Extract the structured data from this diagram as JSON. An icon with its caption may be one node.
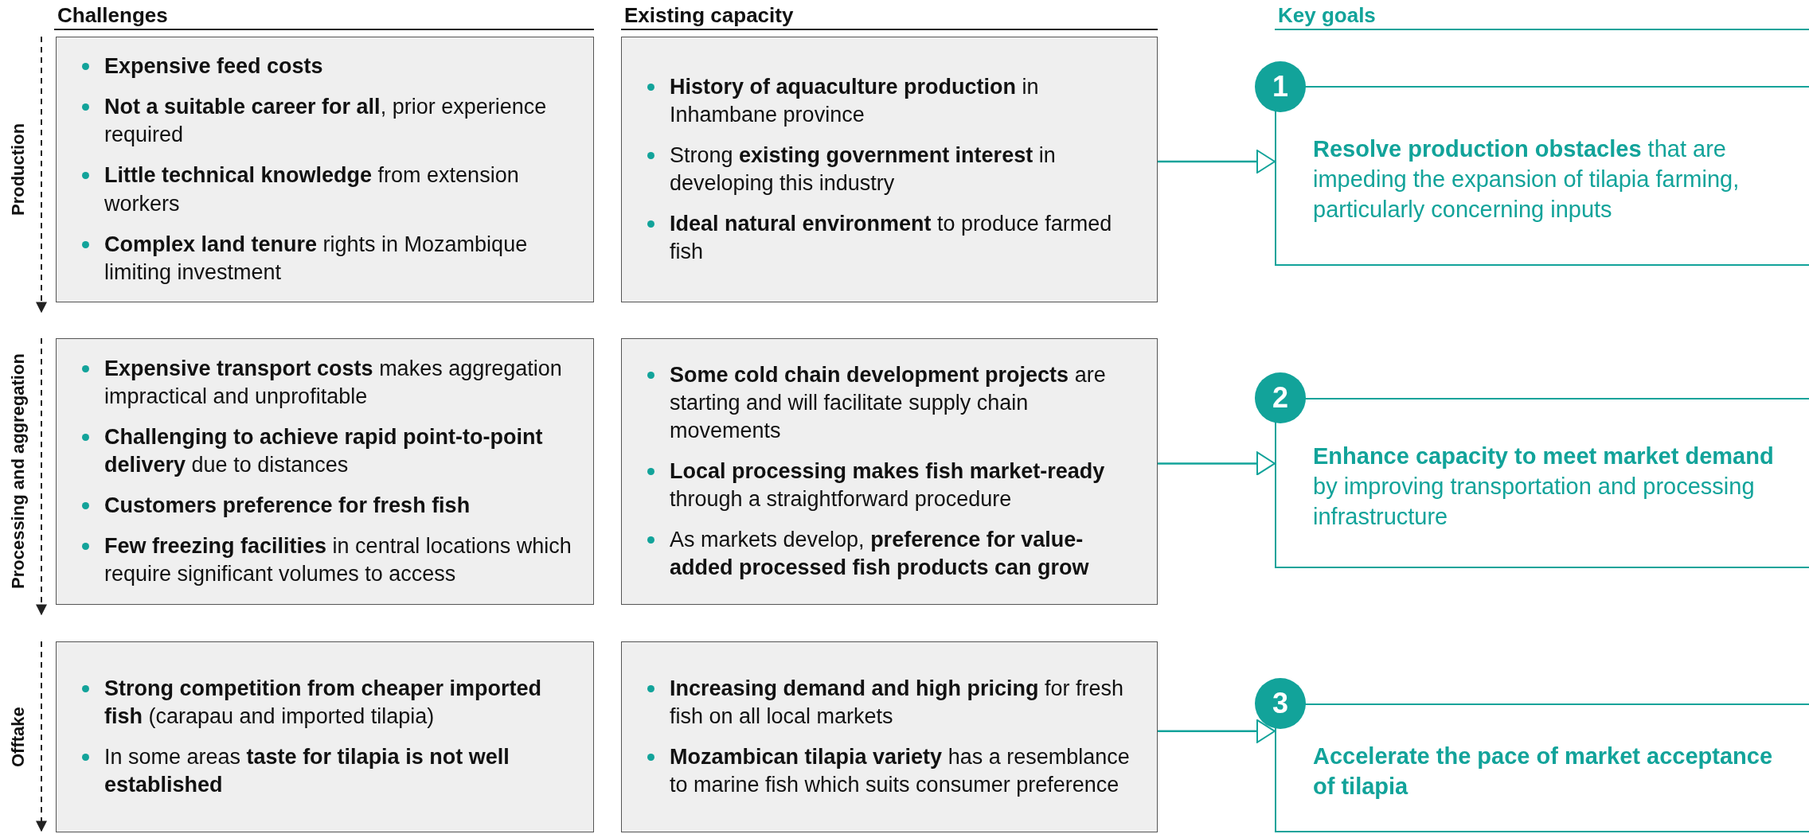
{
  "diagram": {
    "nodes": [
      {
        "text": [
          "**Expensive feed costs**",
          "**Not a suitable career for all**, prior experience required",
          "**Little technical knowledge** from extension workers",
          "**Complex land tenure** rights in Mozambique limiting investment"
        ]
      },
      {
        "text": [
          "**History of aquaculture production** in Inhambane province",
          "Strong **existing government interest** in developing this industry",
          "**Ideal natural environment** to produce farmed fish"
        ]
      },
      {
        "text": [
          "1"
        ]
      },
      {
        "text": [
          "**Resolve production obstacles** that are impeding the expansion of tilapia farming, particularly concerning inputs"
        ]
      },
      {
        "text": [
          "**Expensive transport costs** makes aggregation impractical and unprofitable",
          "**Challenging to achieve rapid point-to-point delivery** due to distances",
          "**Customers preference for fresh fish**",
          "**Few freezing facilities** in central locations which require significant volumes to access"
        ]
      },
      {
        "text": [
          "**Some cold chain development projects** are starting and will facilitate supply chain movements",
          "**Local processing makes fish market-ready** through a straightforward procedure",
          "As markets develop, **preference for value-added processed fish products can grow**"
        ]
      },
      {
        "text": [
          "2"
        ]
      },
      {
        "text": [
          "**Enhance capacity to meet market demand** by improving transportation and processing infrastructure"
        ]
      },
      {
        "text": [
          "**Strong competition from cheaper imported fish** (carapau and imported tilapia)",
          "In some areas **taste for tilapia is not well established**"
        ]
      },
      {
        "text": [
          "**Increasing demand and high pricing** for fresh fish on all local markets",
          "**Mozambican tilapia variety** has a resemblance to marine fish which suits consumer preference"
        ]
      },
      {
        "text": [
          "3"
        ]
      },
      {
        "text": [
          "**Accelerate the pace of market acceptance of tilapia**"
        ]
      }
    ],
    "edges": [
      {
        "from": 1,
        "to": 3,
        "arrow": "to"
      },
      {
        "from": 5,
        "to": 7,
        "arrow": "to"
      },
      {
        "from": 9,
        "to": 11,
        "arrow": "to"
      }
    ],
    "labels": [
      "Challenges",
      "Existing capacity",
      "Key goals",
      "Production",
      "Processing and aggregation",
      "Offtake"
    ]
  }
}
